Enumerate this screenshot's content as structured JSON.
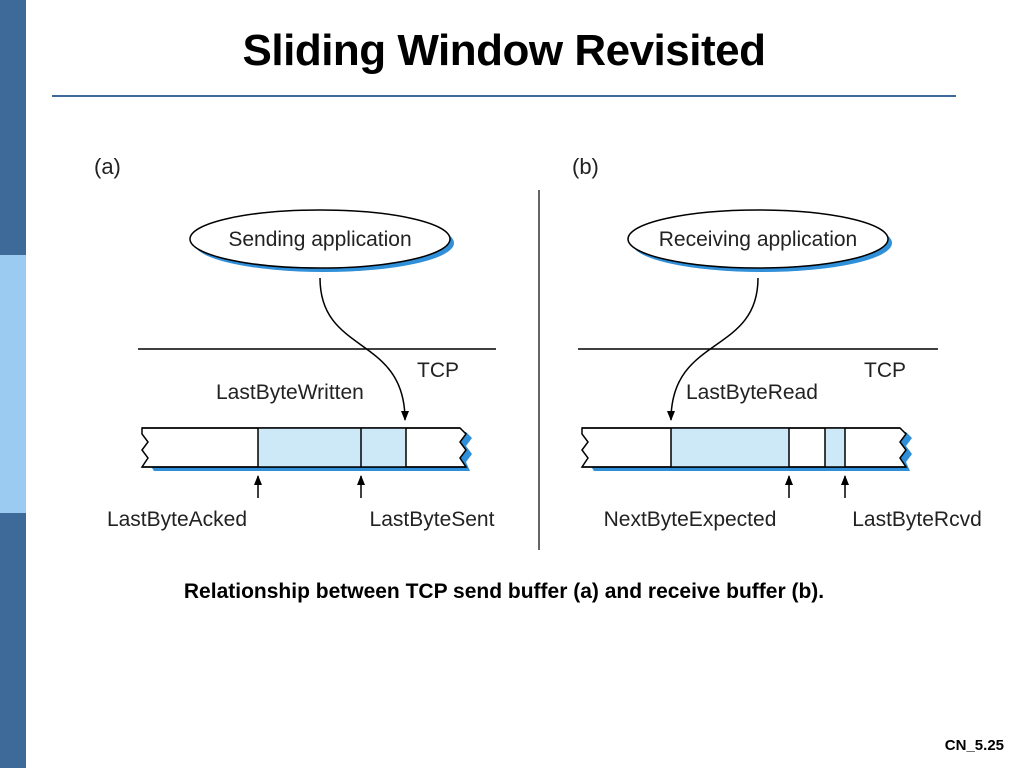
{
  "title": "Sliding Window Revisited",
  "caption": "Relationship between TCP send buffer (a) and receive buffer (b).",
  "slide_number": "CN_5.25",
  "colors": {
    "sidebar_dark": "#3d6a98",
    "sidebar_light": "#9ccbf2",
    "buffer_fill": "#cde9f8",
    "shadow": "#2f8fd8"
  },
  "diagram": {
    "panel_a": {
      "tag": "(a)",
      "application": "Sending application",
      "layer": "TCP",
      "pointer_top": "LastByteWritten",
      "pointer_left": "LastByteAcked",
      "pointer_right": "LastByteSent"
    },
    "panel_b": {
      "tag": "(b)",
      "application": "Receiving application",
      "layer": "TCP",
      "pointer_top": "LastByteRead",
      "pointer_left": "NextByteExpected",
      "pointer_right": "LastByteRcvd"
    }
  }
}
